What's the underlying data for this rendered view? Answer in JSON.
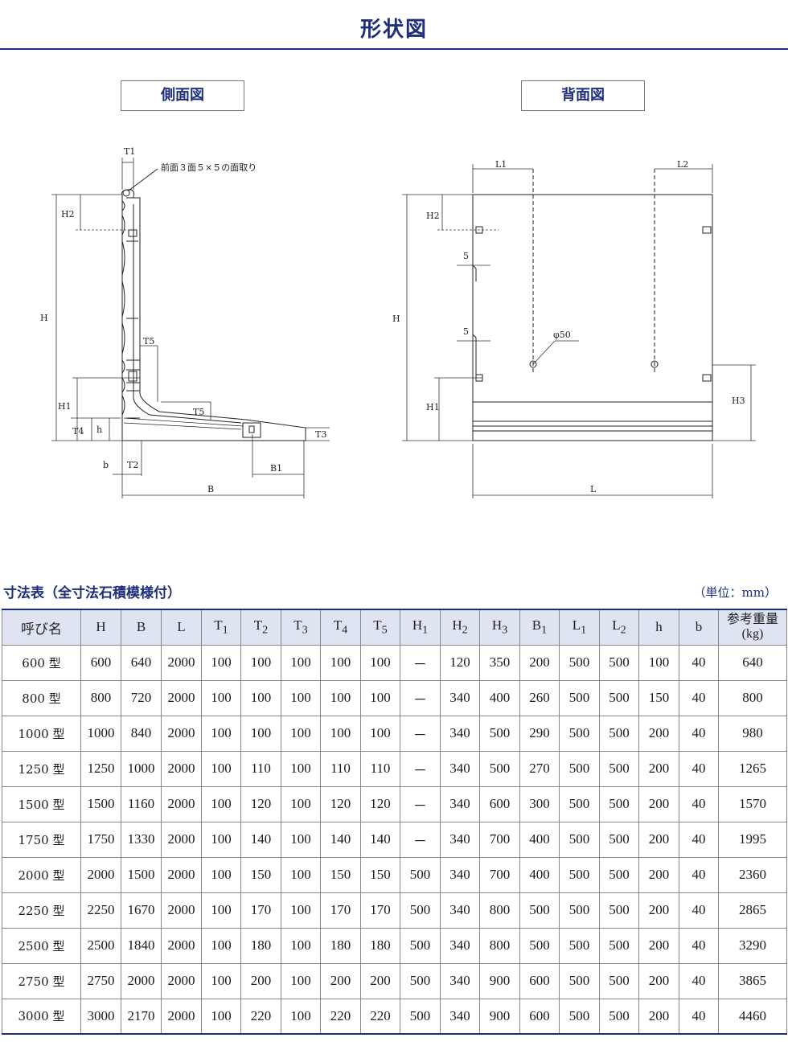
{
  "header": {
    "title": "形状図"
  },
  "views": {
    "side_label": "側面図",
    "back_label": "背面図"
  },
  "side_view": {
    "chamfer_note": "前面３面５×５の面取り",
    "labels": {
      "T1": "T1",
      "H2": "H2",
      "H": "H",
      "T5_top": "T5",
      "H1": "H1",
      "T5": "T5",
      "T4": "T4",
      "h": "h",
      "T3": "T3",
      "b": "b",
      "T2": "T2",
      "B1": "B1",
      "B": "B"
    }
  },
  "back_view": {
    "labels": {
      "L1": "L1",
      "L2": "L2",
      "H2": "H2",
      "five_top": "5",
      "H": "H",
      "five_bottom": "5",
      "phi50": "φ50",
      "H1": "H1",
      "H3": "H3",
      "L": "L"
    }
  },
  "table": {
    "caption": "寸法表（全寸法石積模様付）",
    "unit": "（単位：mm）",
    "headers": {
      "name": "呼び名",
      "H": "H",
      "B": "B",
      "L": "L",
      "T1_base": "T",
      "T1_sub": "1",
      "T2_base": "T",
      "T2_sub": "2",
      "T3_base": "T",
      "T3_sub": "3",
      "T4_base": "T",
      "T4_sub": "4",
      "T5_base": "T",
      "T5_sub": "5",
      "H1_base": "H",
      "H1_sub": "1",
      "H2_base": "H",
      "H2_sub": "2",
      "H3_base": "H",
      "H3_sub": "3",
      "B1_base": "B",
      "B1_sub": "1",
      "L1_base": "L",
      "L1_sub": "1",
      "L2_base": "L",
      "L2_sub": "2",
      "h": "h",
      "b": "b",
      "weight_line1": "参考重量",
      "weight_line2": "(kg)"
    },
    "rows": [
      [
        "600 型",
        "600",
        "640",
        "2000",
        "100",
        "100",
        "100",
        "100",
        "100",
        "－",
        "120",
        "350",
        "200",
        "500",
        "500",
        "100",
        "40",
        "640"
      ],
      [
        "800 型",
        "800",
        "720",
        "2000",
        "100",
        "100",
        "100",
        "100",
        "100",
        "－",
        "340",
        "400",
        "260",
        "500",
        "500",
        "150",
        "40",
        "800"
      ],
      [
        "1000 型",
        "1000",
        "840",
        "2000",
        "100",
        "100",
        "100",
        "100",
        "100",
        "－",
        "340",
        "500",
        "290",
        "500",
        "500",
        "200",
        "40",
        "980"
      ],
      [
        "1250 型",
        "1250",
        "1000",
        "2000",
        "100",
        "110",
        "100",
        "110",
        "110",
        "－",
        "340",
        "500",
        "270",
        "500",
        "500",
        "200",
        "40",
        "1265"
      ],
      [
        "1500 型",
        "1500",
        "1160",
        "2000",
        "100",
        "120",
        "100",
        "120",
        "120",
        "－",
        "340",
        "600",
        "300",
        "500",
        "500",
        "200",
        "40",
        "1570"
      ],
      [
        "1750 型",
        "1750",
        "1330",
        "2000",
        "100",
        "140",
        "100",
        "140",
        "140",
        "－",
        "340",
        "700",
        "400",
        "500",
        "500",
        "200",
        "40",
        "1995"
      ],
      [
        "2000 型",
        "2000",
        "1500",
        "2000",
        "100",
        "150",
        "100",
        "150",
        "150",
        "500",
        "340",
        "700",
        "400",
        "500",
        "500",
        "200",
        "40",
        "2360"
      ],
      [
        "2250 型",
        "2250",
        "1670",
        "2000",
        "100",
        "170",
        "100",
        "170",
        "170",
        "500",
        "340",
        "800",
        "500",
        "500",
        "500",
        "200",
        "40",
        "2865"
      ],
      [
        "2500 型",
        "2500",
        "1840",
        "2000",
        "100",
        "180",
        "100",
        "180",
        "180",
        "500",
        "340",
        "800",
        "500",
        "500",
        "500",
        "200",
        "40",
        "3290"
      ],
      [
        "2750 型",
        "2750",
        "2000",
        "2000",
        "100",
        "200",
        "100",
        "200",
        "200",
        "500",
        "340",
        "900",
        "600",
        "500",
        "500",
        "200",
        "40",
        "3865"
      ],
      [
        "3000 型",
        "3000",
        "2170",
        "2000",
        "100",
        "220",
        "100",
        "220",
        "220",
        "500",
        "340",
        "900",
        "600",
        "500",
        "500",
        "200",
        "40",
        "4460"
      ]
    ]
  }
}
